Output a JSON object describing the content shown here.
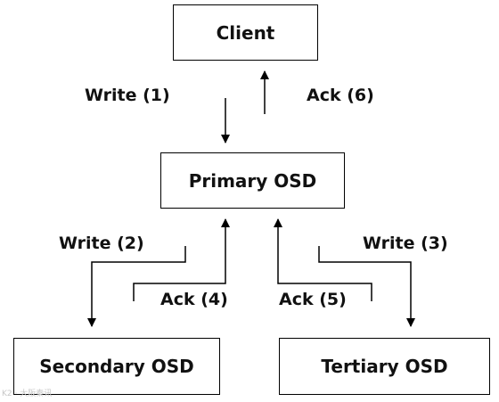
{
  "nodes": {
    "client": "Client",
    "primary": "Primary OSD",
    "secondary": "Secondary OSD",
    "tertiary": "Tertiary OSD"
  },
  "edges": {
    "write1": "Write (1)",
    "ack6": "Ack (6)",
    "write2": "Write (2)",
    "ack4": "Ack (4)",
    "ack5": "Ack (5)",
    "write3": "Write (3)"
  },
  "watermark": "K2 · 大阪秦讯"
}
